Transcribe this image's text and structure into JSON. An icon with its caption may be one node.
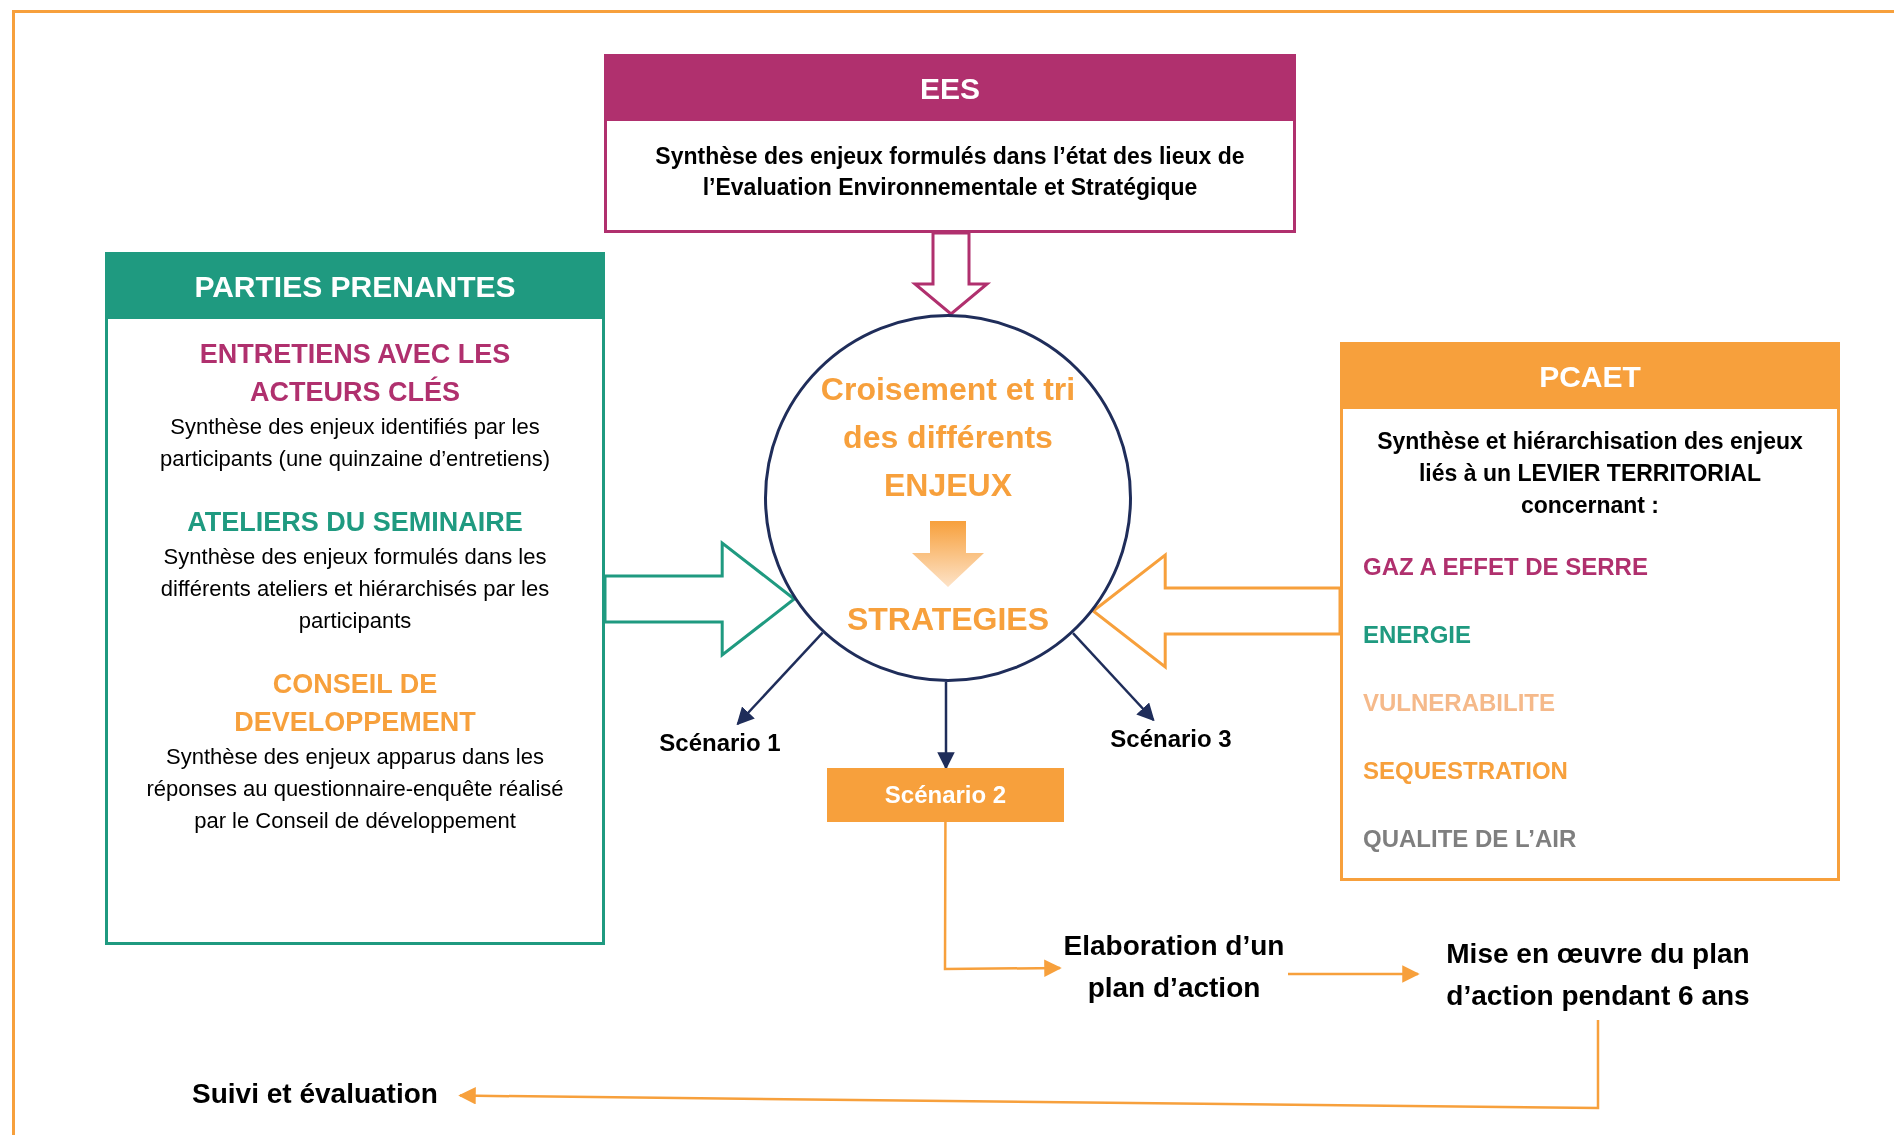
{
  "diagram": {
    "nodes": [
      {
        "text": [
          "EES",
          "Synthèse des enjeux formulés dans l’état des lieux de l’Evaluation Environnementale et Stratégique"
        ]
      },
      {
        "text": [
          "PARTIES PRENANTES",
          "ENTRETIENS AVEC LES ACTEURS CLÉS",
          "Synthèse des enjeux identifiés par les participants (une quinzaine d’entretiens)",
          "ATELIERS DU SEMINAIRE",
          "Synthèse des enjeux formulés dans les différents ateliers et hiérarchisés par les participants",
          "CONSEIL DE DEVELOPPEMENT",
          "Synthèse des enjeux apparus dans les réponses au questionnaire-enquête réalisé par le Conseil de développement"
        ]
      },
      {
        "text": [
          "Croisement et tri des différents ENJEUX",
          "STRATEGIES"
        ]
      },
      {
        "text": [
          "PCAET",
          "Synthèse et hiérarchisation des enjeux liés à un LEVIER TERRITORIAL concernant :",
          "GAZ A EFFET DE SERRE",
          "ENERGIE",
          "VULNERABILITE",
          "SEQUESTRATION",
          "QUALITE DE L’AIR"
        ]
      },
      {
        "text": [
          "Scénario 1"
        ]
      },
      {
        "text": [
          "Scénario 2"
        ]
      },
      {
        "text": [
          "Scénario 3"
        ]
      },
      {
        "text": [
          "Elaboration d’un plan d’action"
        ]
      },
      {
        "text": [
          "Mise en œuvre du plan d’action pendant 6 ans"
        ]
      },
      {
        "text": [
          "Suivi et évaluation"
        ]
      }
    ],
    "edges": [
      {
        "from": 0,
        "to": 2,
        "arrow": "to",
        "style": "thick",
        "color": "#b0306e"
      },
      {
        "from": 1,
        "to": 2,
        "arrow": "to",
        "style": "thick",
        "color": "#1f9a80"
      },
      {
        "from": 3,
        "to": 2,
        "arrow": "to",
        "style": "thick",
        "color": "#f7a03c"
      },
      {
        "from": 2,
        "to": 4,
        "arrow": "to",
        "color": "#1f2d5a"
      },
      {
        "from": 2,
        "to": 5,
        "arrow": "to",
        "color": "#1f2d5a"
      },
      {
        "from": 2,
        "to": 6,
        "arrow": "to",
        "color": "#1f2d5a"
      },
      {
        "from": 5,
        "to": 7,
        "arrow": "to",
        "color": "#f7a03c"
      },
      {
        "from": 7,
        "to": 8,
        "arrow": "to",
        "color": "#f7a03c"
      },
      {
        "from": 8,
        "to": 9,
        "arrow": "to",
        "color": "#f7a03c"
      }
    ]
  }
}
